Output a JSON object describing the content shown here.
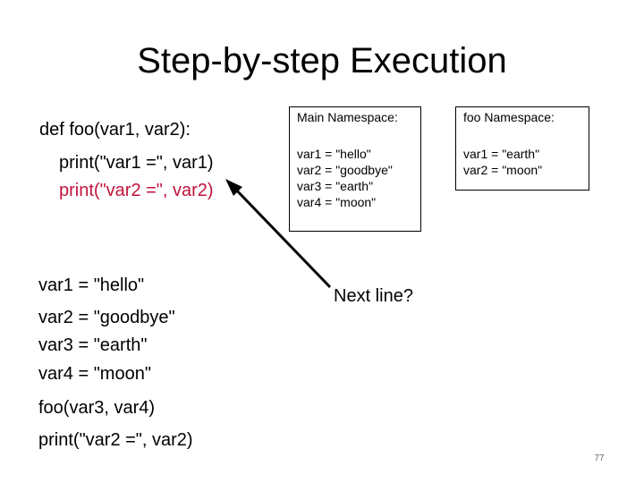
{
  "slide": {
    "title": "Step-by-step Execution",
    "page_number": "77"
  },
  "code": {
    "function_lines": [
      "def foo(var1, var2):",
      "print(\"var1 =\", var1)",
      "print(\"var2 =\", var2)"
    ],
    "main_lines": [
      "var1 = \"hello\"",
      "var2 = \"goodbye\"",
      "var3 = \"earth\"",
      "var4 = \"moon\"",
      "foo(var3, var4)",
      "print(\"var2 =\", var2)"
    ]
  },
  "main_namespace": {
    "header": "Main Namespace:",
    "vars": [
      "var1 = \"hello\"",
      "var2 = \"goodbye\"",
      "var3 = \"earth\"",
      "var4 = \"moon\""
    ]
  },
  "foo_namespace": {
    "header": "foo Namespace:",
    "vars": [
      "var1 = \"earth\"",
      "var2 = \"moon\""
    ]
  },
  "annotation": {
    "next_line_label": "Next line?"
  },
  "colors": {
    "highlight": "#c0143c",
    "text": "#000000"
  }
}
